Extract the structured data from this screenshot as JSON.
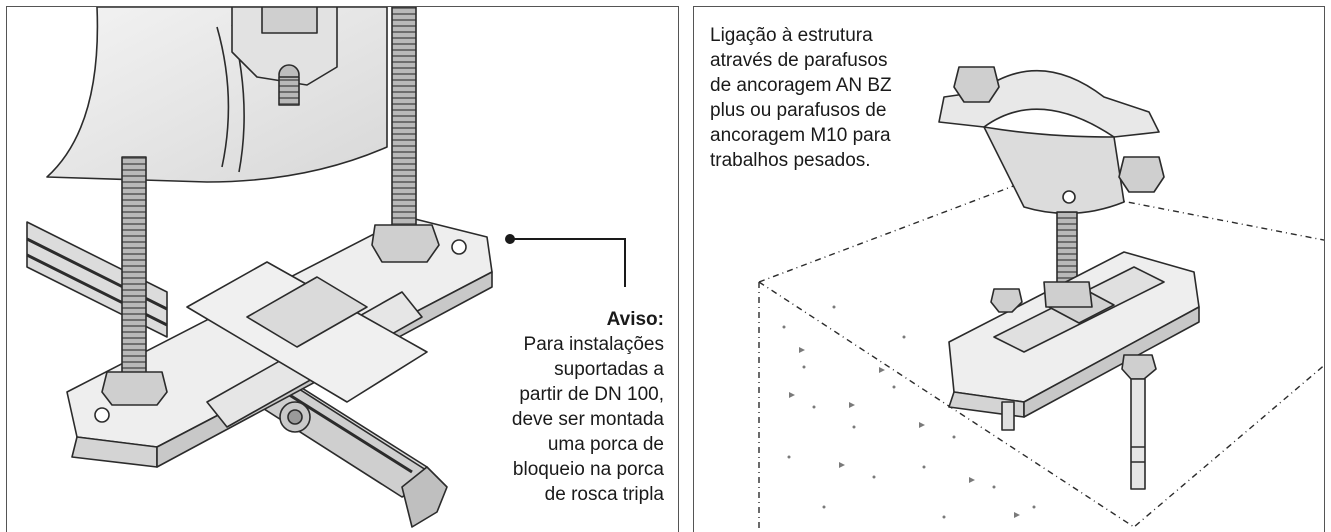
{
  "left_panel": {
    "warning_title": "Aviso:",
    "warning_body": "Para instalações\nsuportadas a\npartir de DN 100,\ndeve ser montada\numa porca de\nbloqueio na porca\nde rosca tripla"
  },
  "right_panel": {
    "caption": "Ligação à estrutura\natravés de parafusos\nde ancoragem AN BZ\nplus ou parafusos de\nancoragem M10 para\ntrabalhos pesados."
  },
  "colors": {
    "line": "#2b2b2b",
    "metal_light": "#e9e9e9",
    "metal_mid": "#cfcfcf",
    "metal_dark": "#8c8c8c",
    "border": "#555555"
  }
}
